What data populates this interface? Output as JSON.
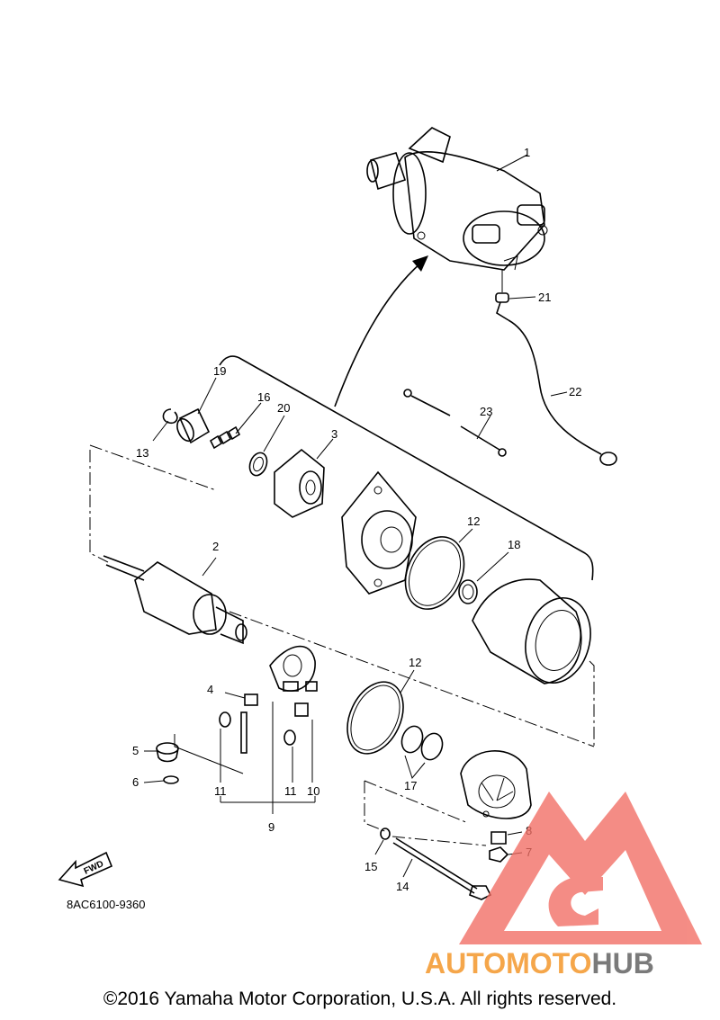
{
  "callouts": {
    "c1": "1",
    "c2": "2",
    "c3": "3",
    "c4": "4",
    "c5": "5",
    "c6": "6",
    "c7": "7",
    "c8": "8",
    "c9": "9",
    "c10": "10",
    "c11a": "11",
    "c11b": "11",
    "c12a": "12",
    "c12b": "12",
    "c13": "13",
    "c14": "14",
    "c15": "15",
    "c16": "16",
    "c17": "17",
    "c18": "18",
    "c19": "19",
    "c20": "20",
    "c21": "21",
    "c22": "22",
    "c23": "23"
  },
  "fwd_label": "FWD",
  "diagram_code": "8AC6100-9360",
  "watermark": {
    "text_a": "AUTOMOTO",
    "text_b": "HUB",
    "color_a": "#f5a64a",
    "color_b": "#7a7a7a",
    "logo_color": "#f26d63"
  },
  "copyright": "©2016 Yamaha Motor Corporation, U.S.A. All rights reserved."
}
